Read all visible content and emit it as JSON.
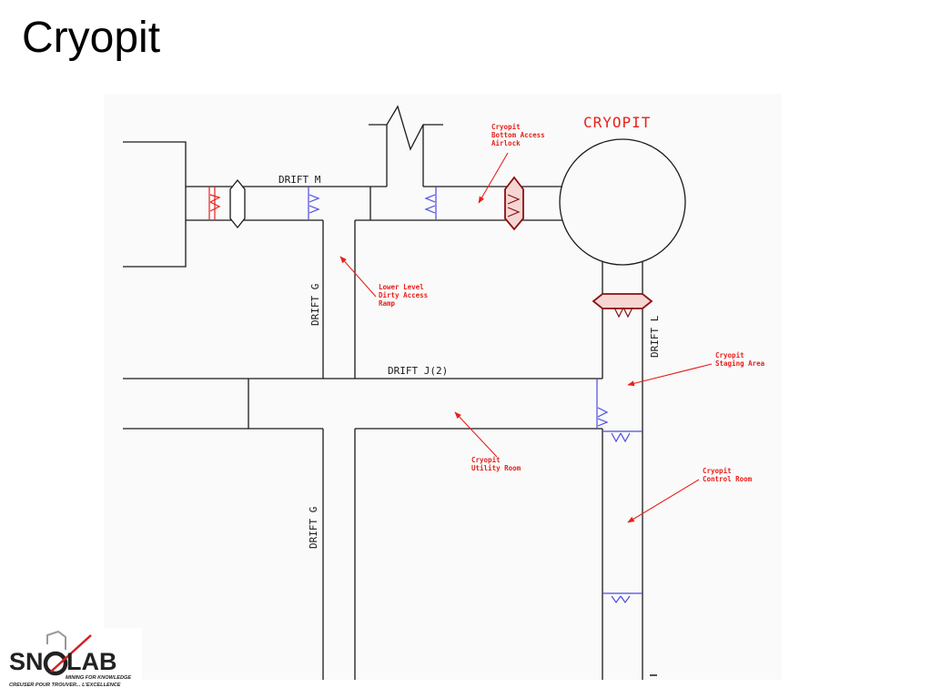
{
  "slide": {
    "title": "Cryopit"
  },
  "diagram": {
    "heading": "CRYOPIT",
    "drift_labels": {
      "drift_m": "DRIFT M",
      "drift_g": "DRIFT G",
      "drift_j2": "DRIFT J(2)",
      "drift_l": "DRIFT L"
    },
    "callouts": {
      "airlock": [
        "Cryopit",
        "Bottom Access",
        "Airlock"
      ],
      "ramp": [
        "Lower Level",
        "Dirty Access",
        "Ramp"
      ],
      "staging": [
        "Cryopit",
        "Staging Area"
      ],
      "utility": [
        "Cryopit",
        "Utility Room"
      ],
      "control": [
        "Cryopit",
        "Control Room"
      ]
    },
    "colors": {
      "callout": "#e8201a",
      "door_blue": "#4a4ae0",
      "door_red": "#e8201a",
      "airlock_fill": "#f6d6d3",
      "background": "#fafafa",
      "line": "#1a1a1a"
    }
  },
  "logo": {
    "brand_sn": "SN",
    "brand_lab": "LAB",
    "tagline_en": "MINING FOR KNOWLEDGE",
    "tagline_fr": "CREUSER POUR TROUVER... L'EXCELLENCE"
  }
}
